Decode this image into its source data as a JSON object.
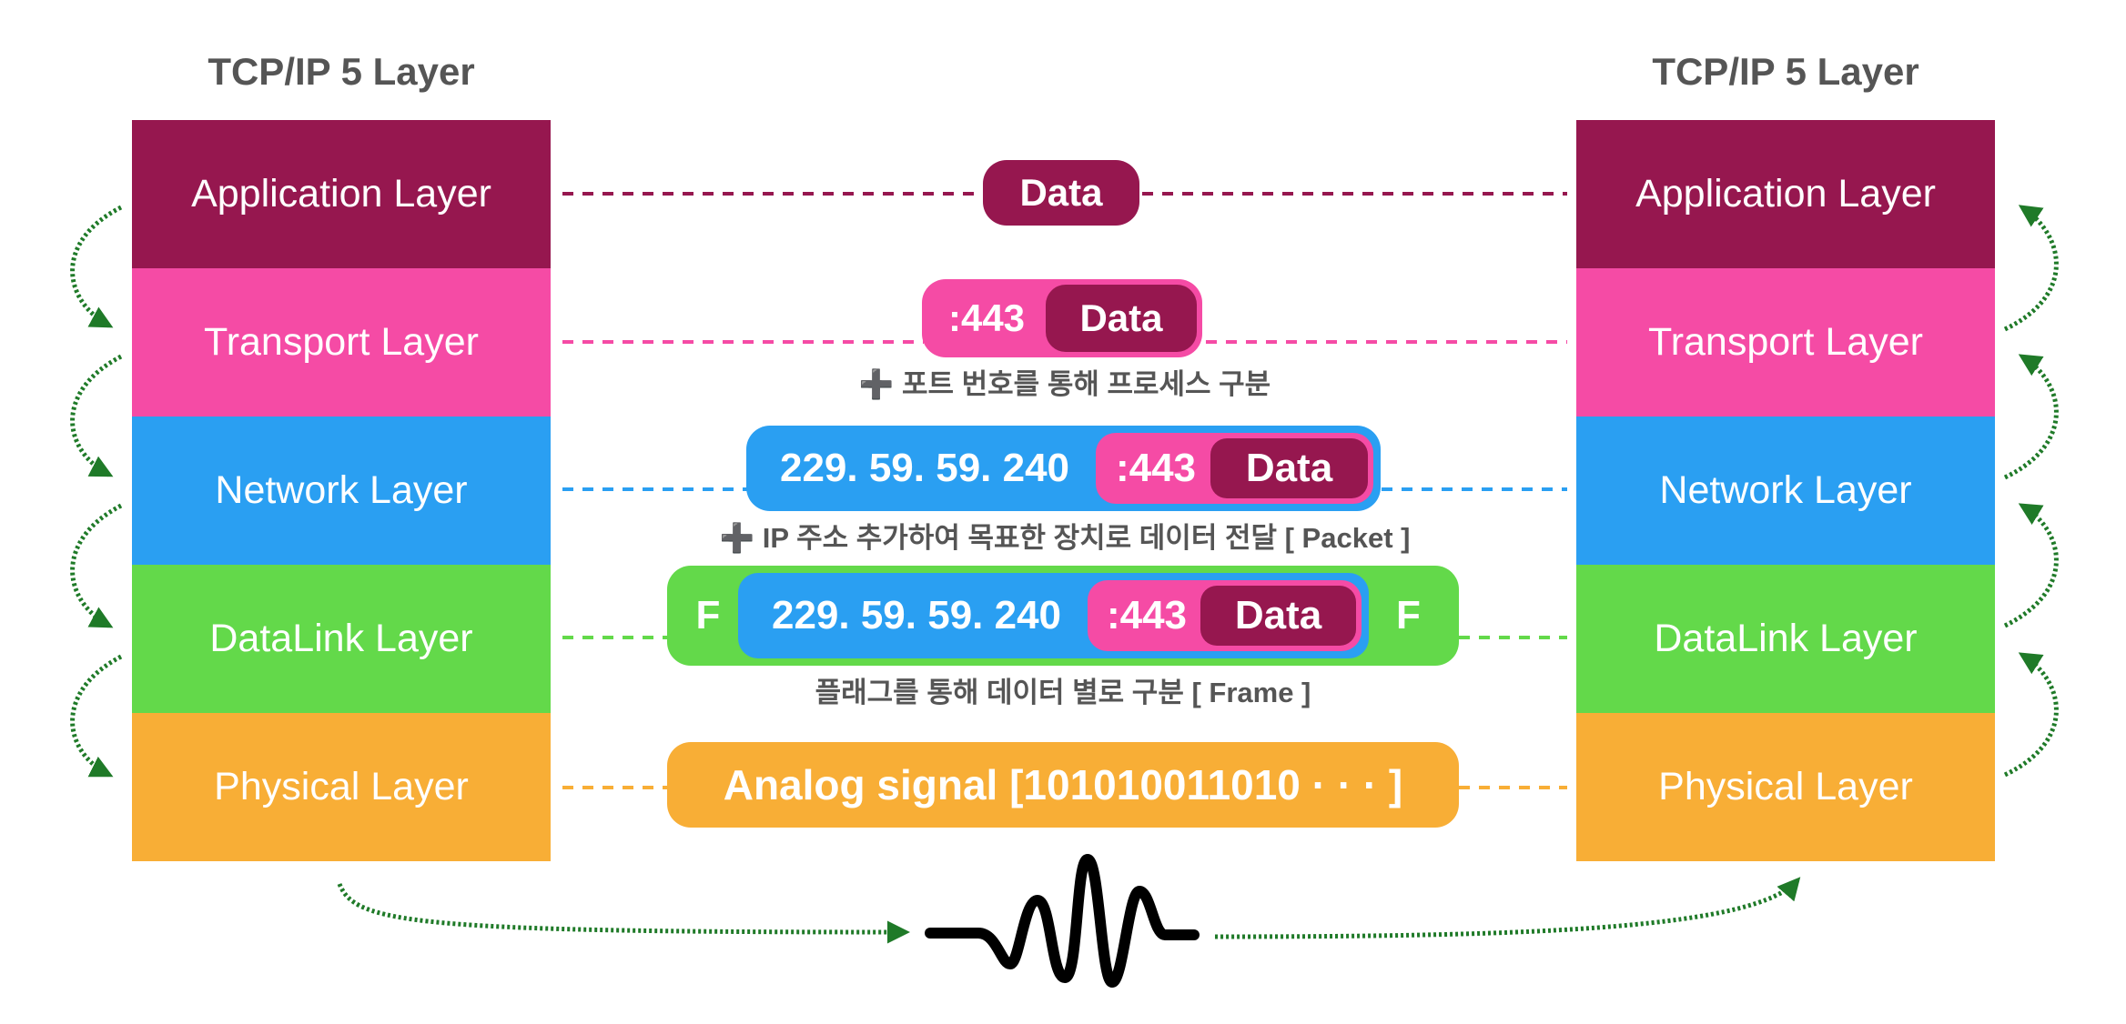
{
  "left_stack": {
    "title": "TCP/IP 5 Layer",
    "layers": [
      {
        "label": "Application Layer",
        "color": "#96174f"
      },
      {
        "label": "Transport Layer",
        "color": "#f54ba5"
      },
      {
        "label": "Network Layer",
        "color": "#2a9ff2"
      },
      {
        "label": "DataLink Layer",
        "color": "#63d94a"
      },
      {
        "label": "Physical Layer",
        "color": "#f8ae36"
      }
    ]
  },
  "right_stack": {
    "title": "TCP/IP 5 Layer",
    "layers": [
      {
        "label": "Application Layer",
        "color": "#96174f"
      },
      {
        "label": "Transport Layer",
        "color": "#f54ba5"
      },
      {
        "label": "Network Layer",
        "color": "#2a9ff2"
      },
      {
        "label": "DataLink Layer",
        "color": "#63d94a"
      },
      {
        "label": "Physical Layer",
        "color": "#f8ae36"
      }
    ]
  },
  "units": {
    "application": {
      "data": "Data"
    },
    "transport": {
      "port": ":443",
      "data": "Data",
      "caption": "➕ 포트 번호를 통해 프로세스 구분"
    },
    "network": {
      "ip": "229. 59. 59. 240",
      "port": ":443",
      "data": "Data",
      "caption": "➕ IP 주소 추가하여 목표한 장치로 데이터 전달 [ Packet ]"
    },
    "datalink": {
      "flag_left": "F",
      "ip": "229. 59. 59. 240",
      "port": ":443",
      "data": "Data",
      "flag_right": "F",
      "caption": "플래그를 통해 데이터 별로 구분 [ Frame ]"
    },
    "physical": {
      "signal": "Analog signal [101010011010 · · · ]"
    }
  },
  "colors": {
    "application": "#96174f",
    "transport": "#f54ba5",
    "network": "#2a9ff2",
    "datalink": "#63d94a",
    "physical": "#f8ae36",
    "arrow": "#1f7a28",
    "wave": "#000000"
  }
}
